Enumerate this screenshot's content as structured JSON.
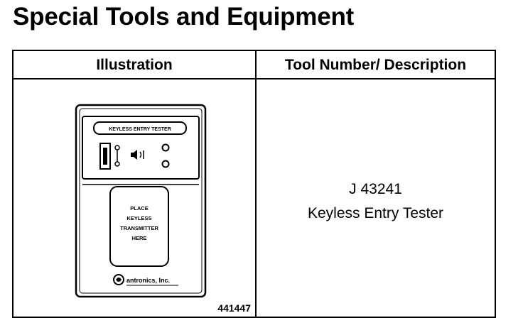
{
  "page": {
    "title": "Special Tools and Equipment"
  },
  "table": {
    "headers": {
      "illustration": "Illustration",
      "tool": "Tool Number/ Description"
    },
    "rows": [
      {
        "tool_number": "J 43241",
        "description": "Keyless Entry Tester",
        "figure_number": "441447",
        "illustration": {
          "device_label": "KEYLESS ENTRY TESTER",
          "pad_text": [
            "PLACE",
            "KEYLESS",
            "TRANSMITTER",
            "HERE"
          ],
          "maker": "antronics, Inc."
        }
      }
    ]
  }
}
